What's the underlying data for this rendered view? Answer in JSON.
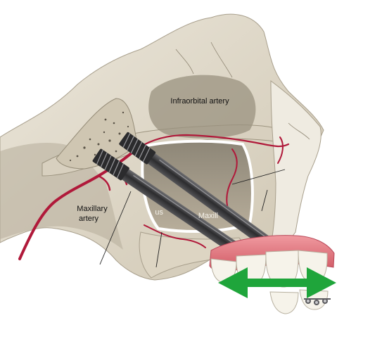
{
  "labels": {
    "infraorbital_artery": "Infraorbital artery",
    "maxillary_artery_line1": "Maxillary",
    "maxillary_artery_line2": "artery",
    "maxillary_sinus_prefix": "Maxill",
    "maxillary_sinus_suffix": "us"
  },
  "colors": {
    "bone": "#e6e0d2",
    "bone_shadow": "#b9b09e",
    "artery": "#b0193a",
    "implant": "#3b3b3d",
    "gum": "#e2737c",
    "tooth": "#f6f3ea",
    "arrow": "#1fa53b"
  },
  "icons": {
    "arrow": "double-headed-arrow-icon",
    "implant": "zygomatic-implant-icon"
  }
}
